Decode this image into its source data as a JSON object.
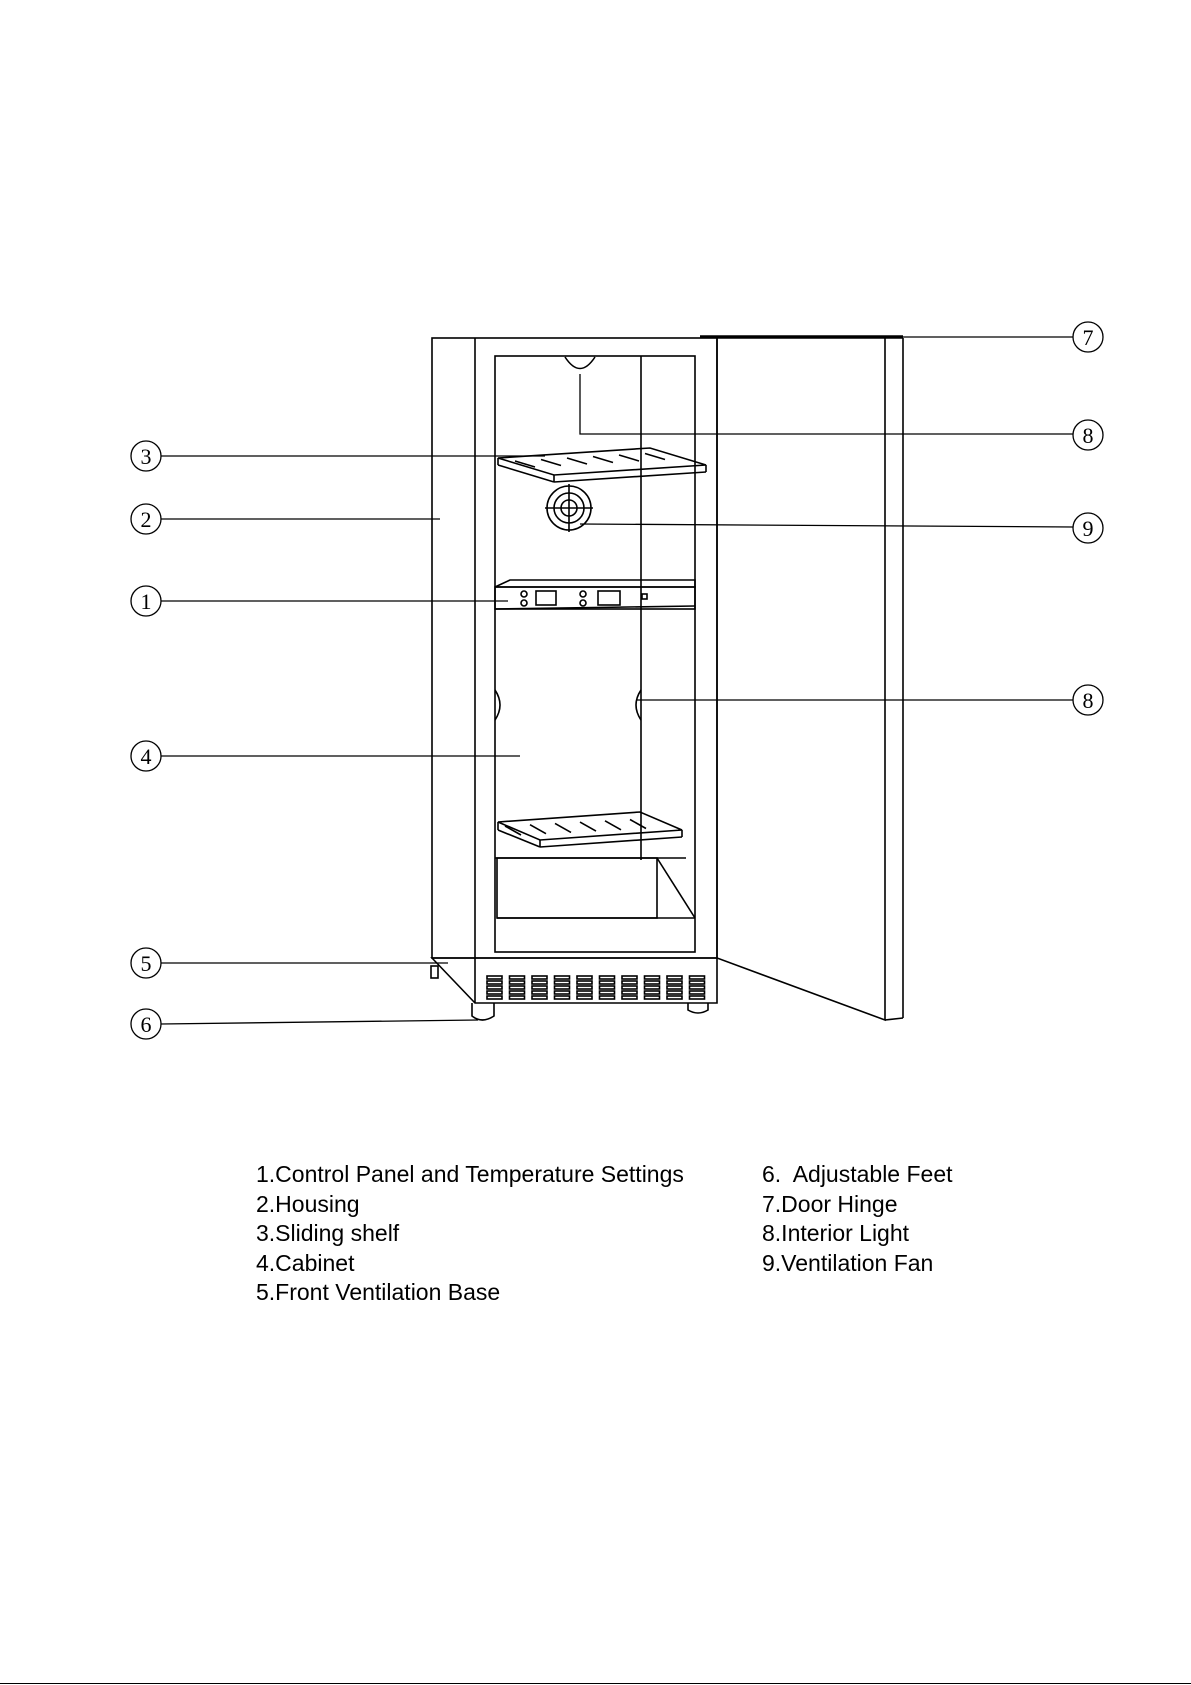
{
  "callouts": [
    "1",
    "2",
    "3",
    "4",
    "5",
    "6",
    "7",
    "8",
    "8",
    "9"
  ],
  "legend": {
    "left": [
      "1.Control Panel and Temperature Settings",
      "2.Housing",
      "3.Sliding shelf",
      "4.Cabinet",
      "5.Front Ventilation Base"
    ],
    "right": [
      "6.  Adjustable Feet",
      "7.Door Hinge",
      "8.Interior Light",
      "9.Ventilation Fan"
    ]
  }
}
